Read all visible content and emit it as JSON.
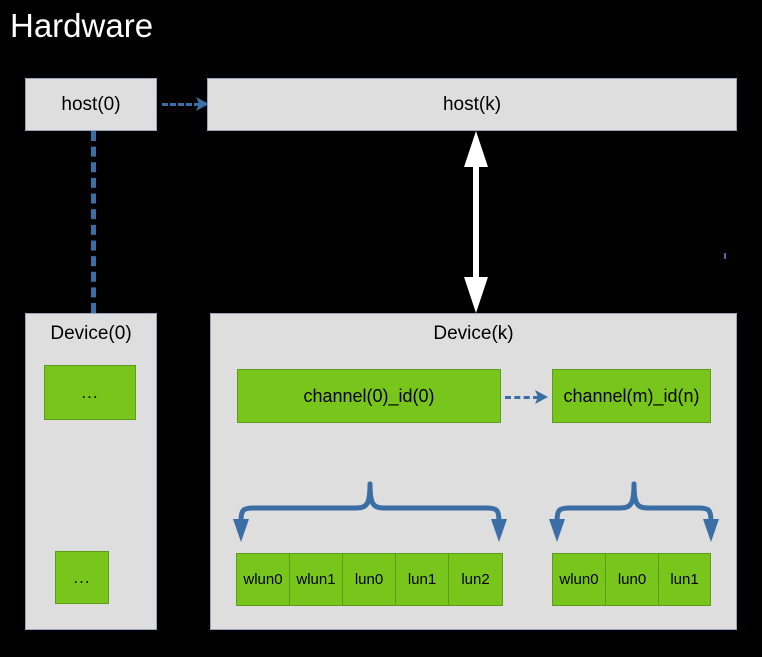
{
  "title": "Hardware",
  "colors": {
    "background": "#000000",
    "title_text": "#ffffff",
    "panel_fill": "#dededf",
    "panel_border": "#9aa3bd",
    "green_fill": "#78c51c",
    "green_border": "#5d9c18",
    "connector_blue": "#3b6ea5",
    "connector_white": "#ffffff",
    "label_text": "#000000"
  },
  "hosts": {
    "host0_label": "host(0)",
    "hostk_label": "host(k)"
  },
  "devices": {
    "device0": {
      "label": "Device(0)",
      "boxes": [
        {
          "label": "..."
        },
        {
          "label": "..."
        }
      ]
    },
    "devicek": {
      "label": "Device(k)",
      "channels": [
        {
          "label": "channel(0)_id(0)"
        },
        {
          "label": "channel(m)_id(n)"
        }
      ],
      "lun_groups": [
        {
          "cells": [
            "wlun0",
            "wlun1",
            "lun0",
            "lun1",
            "lun2"
          ]
        },
        {
          "cells": [
            "wlun0",
            "lun0",
            "lun1"
          ]
        }
      ]
    }
  },
  "connectors": {
    "host0_to_hostk": "dashed-arrow-right",
    "host0_to_device0": "dashed-line-down",
    "hostk_to_devicek": "double-headed-arrow-vertical",
    "channel0_to_channelm": "dashed-arrow-right",
    "channel_to_luns": "curly-brace-fan-out"
  }
}
